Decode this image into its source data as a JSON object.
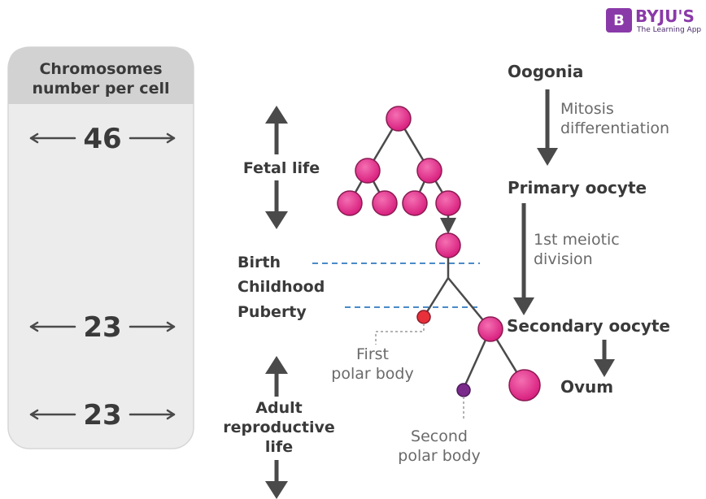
{
  "logo": {
    "brand": "BYJU'S",
    "tagline": "The Learning App",
    "mark": "B"
  },
  "chromosome_panel": {
    "header_line1": "Chromosomes",
    "header_line2": "number per cell",
    "counts": [
      "46",
      "23",
      "23"
    ]
  },
  "life_stages": {
    "fetal": "Fetal life",
    "birth": "Birth",
    "childhood": "Childhood",
    "puberty": "Puberty",
    "adult_line1": "Adult",
    "adult_line2": "reproductive",
    "adult_line3": "life"
  },
  "polar_bodies": {
    "first_line1": "First",
    "first_line2": "polar body",
    "second_line1": "Second",
    "second_line2": "polar body"
  },
  "stages": {
    "oogonia": "Oogonia",
    "mitosis_line1": "Mitosis",
    "mitosis_line2": "differentiation",
    "primary_oocyte": "Primary oocyte",
    "meiotic_line1": "1st meiotic",
    "meiotic_line2": "division",
    "secondary_oocyte": "Secondary oocyte",
    "ovum": "Ovum"
  },
  "colors": {
    "cell": "#e0338a",
    "cell_stroke": "#8a1a52",
    "first_polar": "#e8303a",
    "second_polar": "#7a2a8a",
    "dashed_line": "#4a8ac8",
    "arrow": "#4a4a4a",
    "panel_bg": "#ececec",
    "panel_header": "#d2d2d2",
    "logo_purple": "#8a3aa8"
  }
}
